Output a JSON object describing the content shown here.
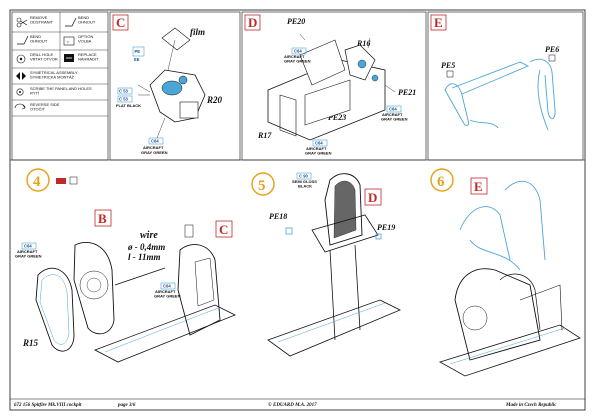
{
  "legend": {
    "items": [
      {
        "text": "REMOVE\nODSTRANIT",
        "icon": "scissors-icon"
      },
      {
        "text": "BEND\nOHNOUT",
        "icon": "bend-icon"
      },
      {
        "text": "BEND\nOHNOUT",
        "icon": "bend-icon"
      },
      {
        "text": "OPTION\nVOLBA",
        "icon": "option-icon"
      },
      {
        "text": "DRILL HOLE\nVRTAT OTVOR",
        "icon": "drill-icon"
      },
      {
        "text": "REPLACE\nNAHRADIT",
        "icon": "replace-icon"
      },
      {
        "text": "SYMETRICAL ASSEMBLY\nSYMETRICKÁ MONTÁŽ",
        "icon": "symmetry-icon"
      },
      {
        "text": "SCRIBE THE PANEL AND HOLES\nRYTÍ",
        "icon": "scribe-icon"
      },
      {
        "text": "REVERSE SIDE\nOTOČIT",
        "icon": "reverse-icon"
      }
    ]
  },
  "panels": {
    "C": {
      "letter": "C",
      "film": "film",
      "pe": "PE",
      "pe_sub": "EE",
      "c53": "C 53",
      "c53b": "C 53",
      "flat_black": "FLAT BLACK",
      "r20": "R20",
      "c64": "C64",
      "aircraft": "AIRCRAFT",
      "gray_green": "GRAY GREEN"
    },
    "D": {
      "letter": "D",
      "pe20": "PE20",
      "r16": "R16",
      "pe21": "PE21",
      "pe23": "PE23",
      "r17": "R17",
      "c64a": "C64",
      "c64b": "C64",
      "c64c": "C64",
      "aircraft": "AIRCRAFT",
      "gray_green": "GRAY GREEN"
    },
    "E": {
      "letter": "E",
      "pe5": "PE5",
      "pe6": "PE6"
    }
  },
  "steps": {
    "s4": "4",
    "s5": "5",
    "s6": "6",
    "b": "B",
    "c": "C",
    "d": "D",
    "e": "E",
    "wire": "wire",
    "wire_d": "ø - 0,4mm",
    "wire_l": "l - 11mm",
    "r15": "R15",
    "c64_left": "C64",
    "c64_mid": "C64",
    "pe18": "PE18",
    "pe19": "PE19",
    "c90": "C 90",
    "semi_gloss": "SEMI GLOSS",
    "black": "BLACK",
    "aircraft": "AIRCRAFT",
    "gray_green": "GRAY GREEN"
  },
  "footer": {
    "left": "672 156   Spitfire Mk.VIII cockpit",
    "page": "page 3/6",
    "center": "© EDUARD   M.A. 2017",
    "right": "Made in Czech Republic"
  },
  "colors": {
    "accent_red": "#c0282a",
    "step_orange": "#e8a21c",
    "part_blue": "#4aa6d6",
    "code_blue": "#1a4f8a"
  }
}
